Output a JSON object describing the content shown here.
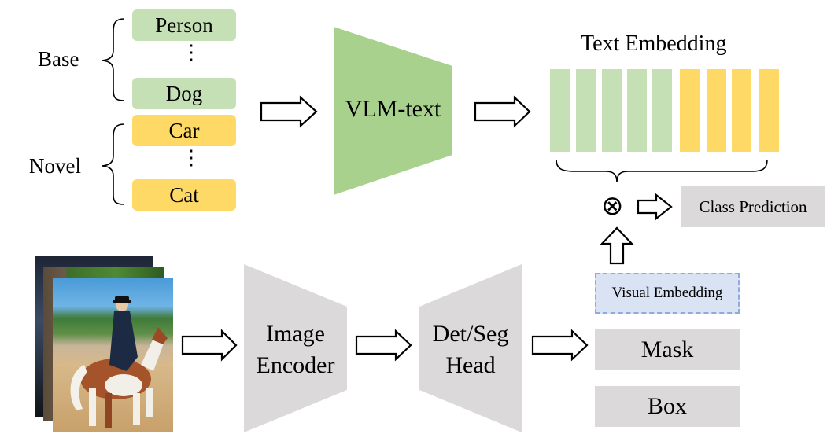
{
  "groups": {
    "base": {
      "label": "Base",
      "items": [
        "Person",
        "Dog"
      ]
    },
    "novel": {
      "label": "Novel",
      "items": [
        "Car",
        "Cat"
      ]
    },
    "ellipsis": "⋮"
  },
  "modules": {
    "vlm_text": "VLM-text",
    "image_encoder": [
      "Image",
      "Encoder"
    ],
    "det_seg_head": [
      "Det/Seg",
      "Head"
    ]
  },
  "text_embedding": {
    "title": "Text Embedding",
    "bars": [
      "base",
      "base",
      "base",
      "base",
      "base",
      "novel",
      "novel",
      "novel",
      "novel"
    ]
  },
  "outputs": {
    "class_prediction": "Class Prediction",
    "visual_embedding": "Visual Embedding",
    "mask": "Mask",
    "box": "Box"
  },
  "operator": "⊗",
  "colors": {
    "base": "#c5e0b4",
    "novel": "#ffd966",
    "vlm_module": "#a9d18e",
    "gray_module": "#dbd9da",
    "visual_embedding_fill": "#dae3f3",
    "visual_embedding_border": "#8faadc"
  }
}
